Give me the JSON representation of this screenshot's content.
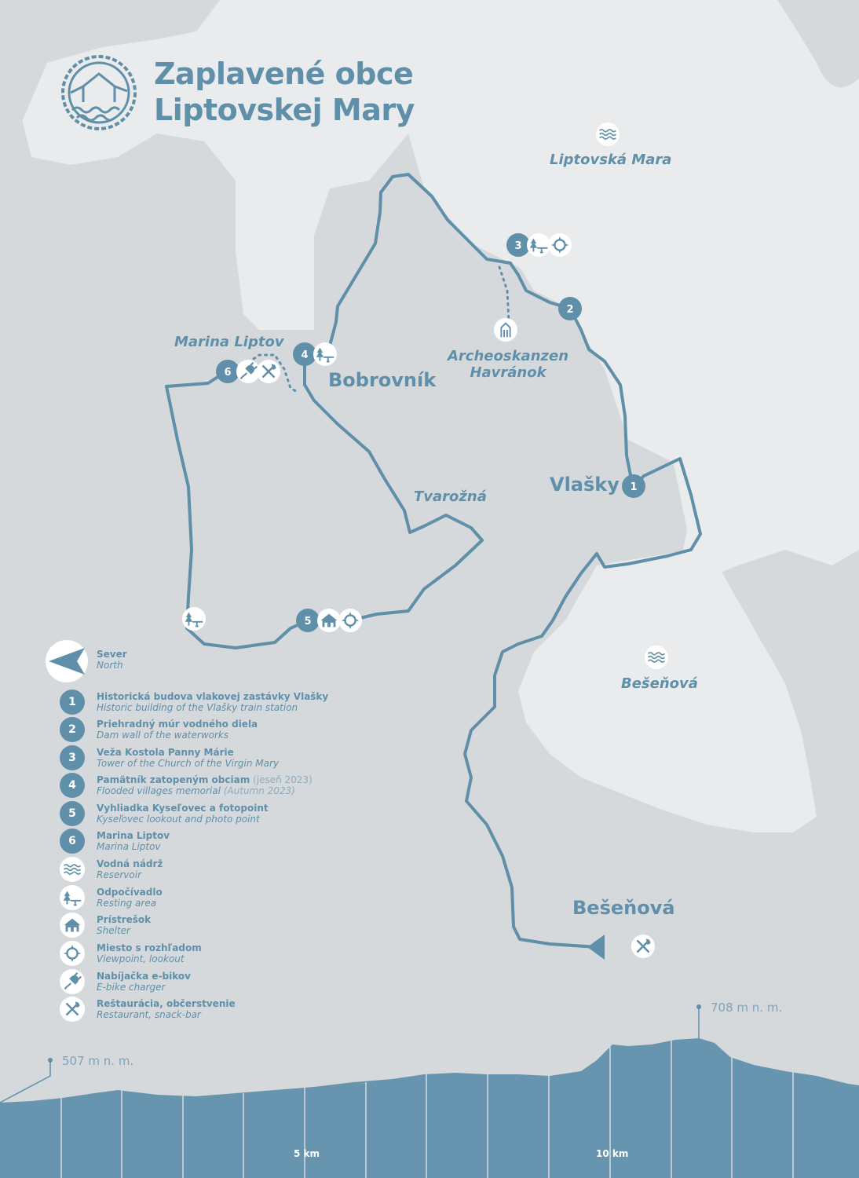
{
  "title": {
    "line1": "Zaplavené obce",
    "line2": "Liptovskej Mary"
  },
  "places": {
    "liptovska_mara": "Liptovská Mara",
    "marina_liptov": "Marina Liptov",
    "bobrovnik": "Bobrovník",
    "archeoskanzen_1": "Archeoskanzen",
    "archeoskanzen_2": "Havránok",
    "tvarozna": "Tvarožná",
    "vlasky": "Vlašky",
    "besenova_reservoir": "Bešeňová",
    "besenova_town": "Bešeňová"
  },
  "markers": [
    "1",
    "2",
    "3",
    "4",
    "5",
    "6"
  ],
  "north": {
    "sk": "Sever",
    "en": "North"
  },
  "legend": [
    {
      "type": "number",
      "num": "1",
      "sk": "Historická budova vlakovej zastávky Vlašky",
      "en": "Historic building of the Vlašky train station"
    },
    {
      "type": "number",
      "num": "2",
      "sk": "Priehradný múr vodného diela",
      "en": "Dam wall of the waterworks"
    },
    {
      "type": "number",
      "num": "3",
      "sk": "Veža Kostola Panny Márie",
      "en": "Tower of the Church of the Virgin Mary"
    },
    {
      "type": "number",
      "num": "4",
      "sk": "Pamätník zatopeným obciam",
      "sk_extra": " (jeseň 2023)",
      "en": "Flooded villages memorial",
      "en_extra": " (Autumn 2023)"
    },
    {
      "type": "number",
      "num": "5",
      "sk": "Vyhliadka Kyseľovec a fotopoint",
      "en": "Kyseľovec lookout and photo point"
    },
    {
      "type": "number",
      "num": "6",
      "sk": "Marina Liptov",
      "en": "Marina Liptov"
    },
    {
      "type": "icon",
      "icon": "waves-icon",
      "sk": "Vodná nádrž",
      "en": "Reservoir"
    },
    {
      "type": "icon",
      "icon": "tree-bench-icon",
      "sk": "Odpočívadlo",
      "en": "Resting area"
    },
    {
      "type": "icon",
      "icon": "shelter-icon",
      "sk": "Prístrešok",
      "en": "Shelter"
    },
    {
      "type": "icon",
      "icon": "viewpoint-icon",
      "sk": "Miesto s rozhľadom",
      "en": "Viewpoint, lookout"
    },
    {
      "type": "icon",
      "icon": "ebike-plug-icon",
      "sk": "Nabíjačka e-bikov",
      "en": "E-bike charger"
    },
    {
      "type": "icon",
      "icon": "fork-knife-icon",
      "sk": "Reštaurácia, občerstvenie",
      "en": "Restaurant, snack-bar"
    }
  ],
  "elevation": {
    "min_label": "507 m n. m.",
    "max_label": "708 m n. m.",
    "km_labels": [
      "5 km",
      "10 km"
    ]
  },
  "colors": {
    "route": "#5f8fa9",
    "water": "#e9ebec",
    "land": "#d5d9dc",
    "text": "#5f8fa9"
  }
}
